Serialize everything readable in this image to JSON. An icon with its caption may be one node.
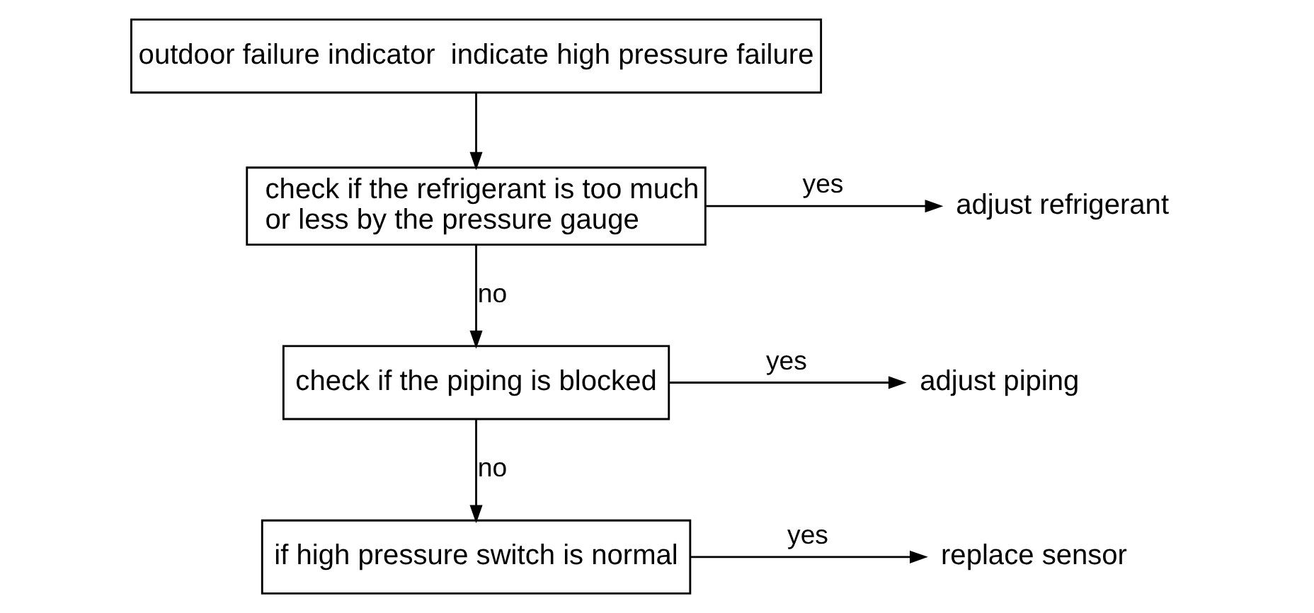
{
  "diagram": {
    "nodes": [
      {
        "text": [
          "outdoor failure indicator  indicate high pressure failure"
        ]
      },
      {
        "text": [
          "check if the refrigerant is too much or less by the pressure gauge"
        ]
      },
      {
        "text": [
          "adjust refrigerant"
        ]
      },
      {
        "text": [
          "check if the piping is blocked"
        ]
      },
      {
        "text": [
          "adjust piping"
        ]
      },
      {
        "text": [
          "if high pressure switch is normal"
        ]
      },
      {
        "text": [
          "replace sensor"
        ]
      }
    ],
    "edges": [
      {
        "from": 0,
        "to": 1,
        "arrow": "to"
      },
      {
        "from": 1,
        "to": 2,
        "arrow": "to",
        "label": "yes"
      },
      {
        "from": 1,
        "to": 3,
        "arrow": "to",
        "label": "no"
      },
      {
        "from": 3,
        "to": 4,
        "arrow": "to",
        "label": "yes"
      },
      {
        "from": 3,
        "to": 5,
        "arrow": "to",
        "label": "no"
      },
      {
        "from": 5,
        "to": 6,
        "arrow": "to",
        "label": "yes"
      }
    ]
  }
}
